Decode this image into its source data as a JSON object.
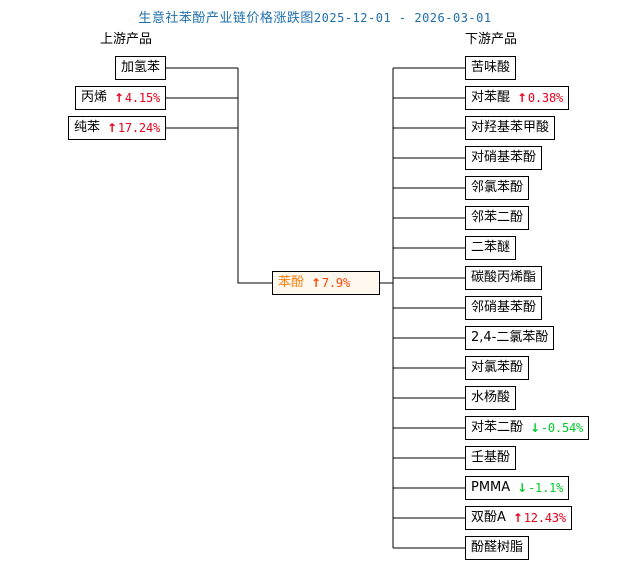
{
  "title": {
    "text": "生意社苯酚产业链价格涨跌图",
    "date_range": "2025-12-01 - 2026-03-01",
    "color": "#1F6FAD"
  },
  "headers": {
    "upstream": "上游产品",
    "downstream": "下游产品"
  },
  "colors": {
    "up": "#E8001C",
    "down": "#00CC2C",
    "center_text": "#FF7F0E",
    "center_bg": "#FFF8EE",
    "line": "#000000"
  },
  "center": {
    "name": "苯酚",
    "pct": "7.9%",
    "arrow": "↑",
    "direction": "up"
  },
  "upstream": [
    {
      "name": "加氢苯",
      "pct": "",
      "arrow": "",
      "direction": "none"
    },
    {
      "name": "丙烯",
      "pct": "4.15%",
      "arrow": "↑",
      "direction": "up"
    },
    {
      "name": "纯苯",
      "pct": "17.24%",
      "arrow": "↑",
      "direction": "up"
    }
  ],
  "downstream": [
    {
      "name": "苦味酸",
      "pct": "",
      "arrow": "",
      "direction": "none"
    },
    {
      "name": "对苯醌",
      "pct": "0.38%",
      "arrow": "↑",
      "direction": "up"
    },
    {
      "name": "对羟基苯甲酸",
      "pct": "",
      "arrow": "",
      "direction": "none"
    },
    {
      "name": "对硝基苯酚",
      "pct": "",
      "arrow": "",
      "direction": "none"
    },
    {
      "name": "邻氯苯酚",
      "pct": "",
      "arrow": "",
      "direction": "none"
    },
    {
      "name": "邻苯二酚",
      "pct": "",
      "arrow": "",
      "direction": "none"
    },
    {
      "name": "二苯醚",
      "pct": "",
      "arrow": "",
      "direction": "none"
    },
    {
      "name": "碳酸丙烯酯",
      "pct": "",
      "arrow": "",
      "direction": "none"
    },
    {
      "name": "邻硝基苯酚",
      "pct": "",
      "arrow": "",
      "direction": "none"
    },
    {
      "name": "2,4-二氯苯酚",
      "pct": "",
      "arrow": "",
      "direction": "none"
    },
    {
      "name": "对氯苯酚",
      "pct": "",
      "arrow": "",
      "direction": "none"
    },
    {
      "name": "水杨酸",
      "pct": "",
      "arrow": "",
      "direction": "none"
    },
    {
      "name": "对苯二酚",
      "pct": "-0.54%",
      "arrow": "↓",
      "direction": "down"
    },
    {
      "name": "壬基酚",
      "pct": "",
      "arrow": "",
      "direction": "none"
    },
    {
      "name": "PMMA",
      "pct": "-1.1%",
      "arrow": "↓",
      "direction": "down"
    },
    {
      "name": "双酚A",
      "pct": "12.43%",
      "arrow": "↑",
      "direction": "up"
    },
    {
      "name": "酚醛树脂",
      "pct": "",
      "arrow": "",
      "direction": "none"
    }
  ],
  "chart_data": {
    "type": "diagram",
    "title": "生意社苯酚产业链价格涨跌图",
    "subtitle": "2025-12-01 - 2026-03-01",
    "center_node": {
      "label": "苯酚",
      "change_pct": 7.9,
      "direction": "up"
    },
    "upstream_nodes": [
      {
        "label": "加氢苯",
        "change_pct": null,
        "direction": "none"
      },
      {
        "label": "丙烯",
        "change_pct": 4.15,
        "direction": "up"
      },
      {
        "label": "纯苯",
        "change_pct": 17.24,
        "direction": "up"
      }
    ],
    "downstream_nodes": [
      {
        "label": "苦味酸",
        "change_pct": null,
        "direction": "none"
      },
      {
        "label": "对苯醌",
        "change_pct": 0.38,
        "direction": "up"
      },
      {
        "label": "对羟基苯甲酸",
        "change_pct": null,
        "direction": "none"
      },
      {
        "label": "对硝基苯酚",
        "change_pct": null,
        "direction": "none"
      },
      {
        "label": "邻氯苯酚",
        "change_pct": null,
        "direction": "none"
      },
      {
        "label": "邻苯二酚",
        "change_pct": null,
        "direction": "none"
      },
      {
        "label": "二苯醚",
        "change_pct": null,
        "direction": "none"
      },
      {
        "label": "碳酸丙烯酯",
        "change_pct": null,
        "direction": "none"
      },
      {
        "label": "邻硝基苯酚",
        "change_pct": null,
        "direction": "none"
      },
      {
        "label": "2,4-二氯苯酚",
        "change_pct": null,
        "direction": "none"
      },
      {
        "label": "对氯苯酚",
        "change_pct": null,
        "direction": "none"
      },
      {
        "label": "水杨酸",
        "change_pct": null,
        "direction": "none"
      },
      {
        "label": "对苯二酚",
        "change_pct": -0.54,
        "direction": "down"
      },
      {
        "label": "壬基酚",
        "change_pct": null,
        "direction": "none"
      },
      {
        "label": "PMMA",
        "change_pct": -1.1,
        "direction": "down"
      },
      {
        "label": "双酚A",
        "change_pct": 12.43,
        "direction": "up"
      },
      {
        "label": "酚醛树脂",
        "change_pct": null,
        "direction": "none"
      }
    ],
    "legend": {
      "up_color": "#E8001C",
      "down_color": "#00CC2C"
    }
  }
}
